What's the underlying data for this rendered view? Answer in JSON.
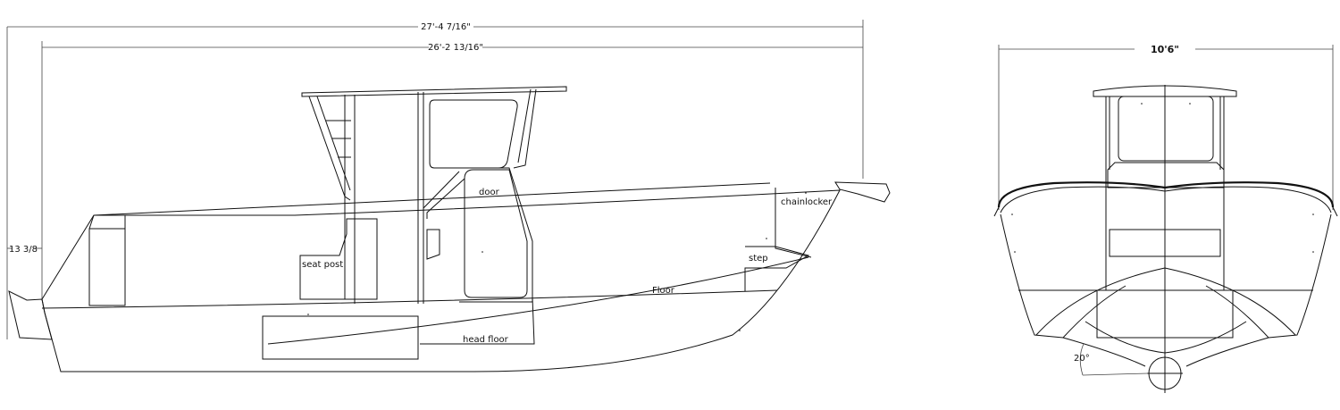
{
  "dimensions": {
    "overall_length": "27'-4 7/16\"",
    "hull_length": "26'-2 13/16\"",
    "beam": "10'6\"",
    "freeboard": "13 3/8",
    "deadrise": "20°"
  },
  "labels": {
    "door": "door",
    "chainlocker": "chainlocker",
    "seat_post": "seat post",
    "step": "step",
    "floor": "Floor",
    "head_floor": "head floor"
  },
  "colors": {
    "line": "#111111",
    "background": "#ffffff"
  }
}
